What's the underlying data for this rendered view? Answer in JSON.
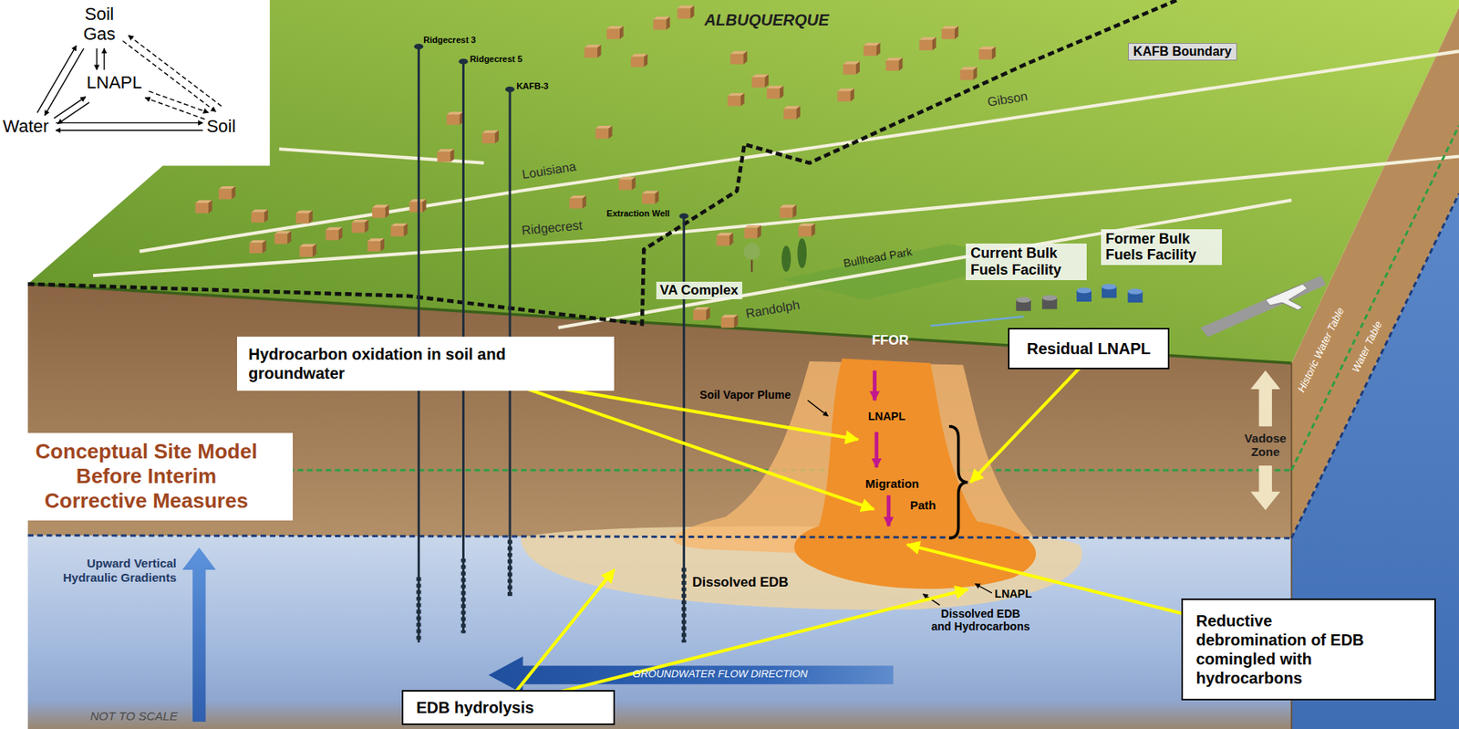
{
  "diagram": {
    "title": "Conceptual Site Model Before Interim Corrective Measures",
    "nodes": [
      {
        "text": [
          "Hydrocarbon oxidation in soil and groundwater"
        ]
      },
      {
        "text": [
          "Residual LNAPL"
        ]
      },
      {
        "text": [
          "Reductive debromination of EDB comingled with hydrocarbons"
        ]
      },
      {
        "text": [
          "EDB hydrolysis"
        ]
      }
    ],
    "labels": [
      "Soil Gas",
      "LNAPL",
      "Water",
      "Soil",
      "Ridgecrest 3",
      "Ridgecrest 5",
      "ALBUQUERQUE",
      "KAFB Boundary",
      "KAFB-3",
      "Gibson",
      "Louisiana",
      "Extraction Well",
      "Ridgecrest",
      "Current Bulk Fuels Facility",
      "Former Bulk Fuels Facility",
      "Bullhead Park",
      "VA Complex",
      "Randolph",
      "FFOR",
      "Soil Vapor Plume",
      "LNAPL",
      "Vadose Zone",
      "Historic Water Table",
      "Water Table",
      "Migration",
      "Path",
      "Upward Vertical Hydraulic Gradients",
      "Dissolved EDB",
      "LNAPL",
      "Dissolved EDB and Hydrocarbons",
      "GROUNDWATER FLOW DIRECTION",
      "NOT TO SCALE"
    ]
  }
}
